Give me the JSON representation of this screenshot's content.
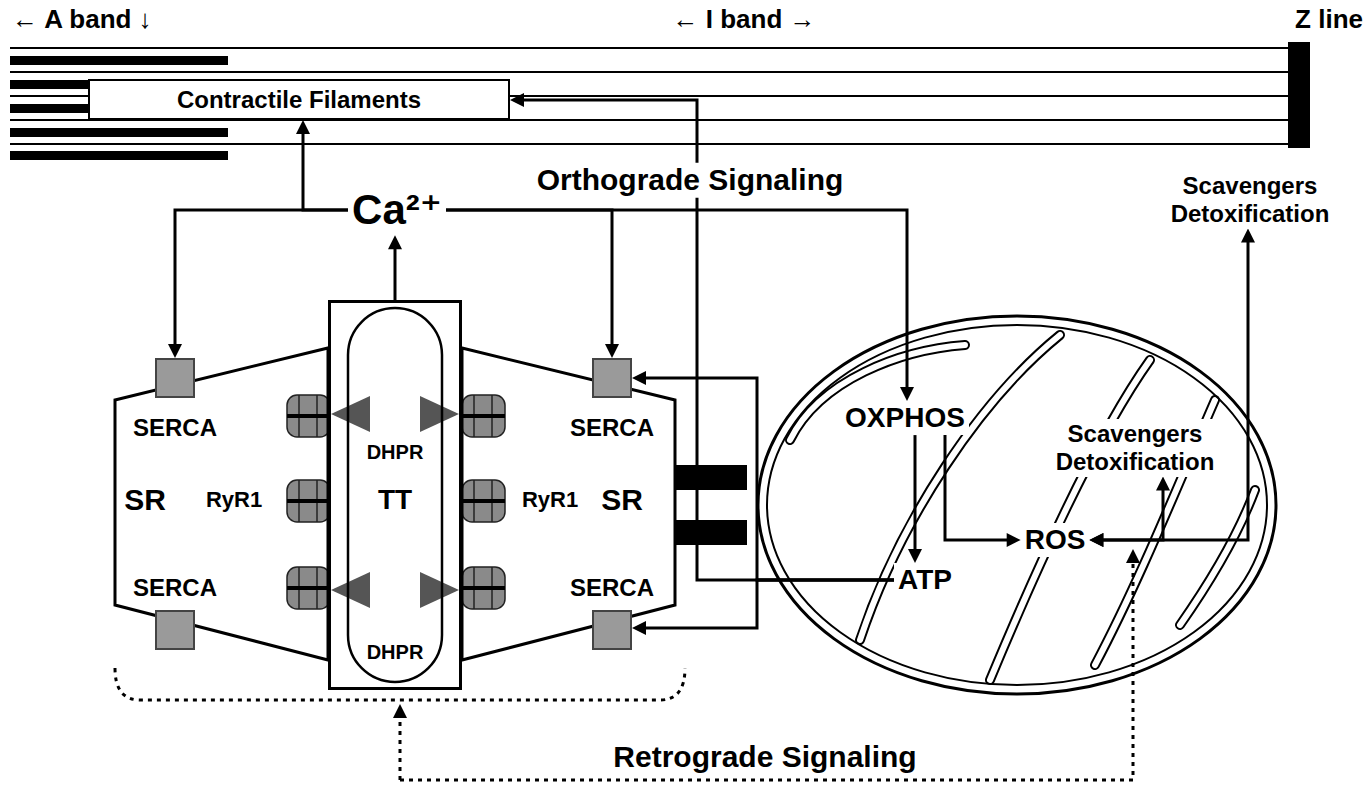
{
  "diagram": {
    "nodes": [
      {
        "text": [
          "Contractile Filaments"
        ]
      },
      {
        "text": [
          "Ca²⁺"
        ]
      },
      {
        "text": [
          "Scavengers Detoxification"
        ]
      },
      {
        "text": [
          "SR",
          "RyR1"
        ]
      },
      {
        "text": [
          "SERCA"
        ],
        "in": 3
      },
      {
        "text": [
          "SERCA"
        ],
        "in": 3
      },
      {
        "text": [
          "DHPR",
          "TT",
          "DHPR"
        ]
      },
      {
        "text": [
          "RyR1",
          "SR"
        ]
      },
      {
        "text": [
          "SERCA"
        ],
        "in": 7
      },
      {
        "text": [
          "SERCA"
        ],
        "in": 7
      },
      {
        "text": []
      },
      {
        "text": [
          "OXPHOS"
        ],
        "in": 10
      },
      {
        "text": [
          "Scavengers Detoxification"
        ],
        "in": 10
      },
      {
        "text": [
          "ROS"
        ],
        "in": 10
      },
      {
        "text": [
          "ATP"
        ],
        "in": 10
      }
    ],
    "edges": [
      {
        "from": 1,
        "to": 0,
        "arrow": "to"
      },
      {
        "from": 1,
        "to": 4,
        "arrow": "to"
      },
      {
        "from": 1,
        "to": 8,
        "arrow": "to"
      },
      {
        "from": 1,
        "to": 11,
        "arrow": "to"
      },
      {
        "from": 6,
        "to": 1,
        "arrow": "to"
      },
      {
        "from": 11,
        "to": 14,
        "arrow": "to"
      },
      {
        "from": 11,
        "to": 13,
        "arrow": "to"
      },
      {
        "from": 14,
        "to": 0,
        "arrow": "to"
      },
      {
        "from": 14,
        "to": 8,
        "arrow": "to"
      },
      {
        "from": 14,
        "to": 9,
        "arrow": "to"
      },
      {
        "from": 13,
        "to": 12,
        "arrow": "both"
      },
      {
        "from": 13,
        "to": 2,
        "arrow": "both"
      }
    ],
    "labels": [
      "← A band ↓",
      "← I band →",
      "Z line",
      "Orthograde Signaling",
      "Retrograde Signaling"
    ]
  }
}
